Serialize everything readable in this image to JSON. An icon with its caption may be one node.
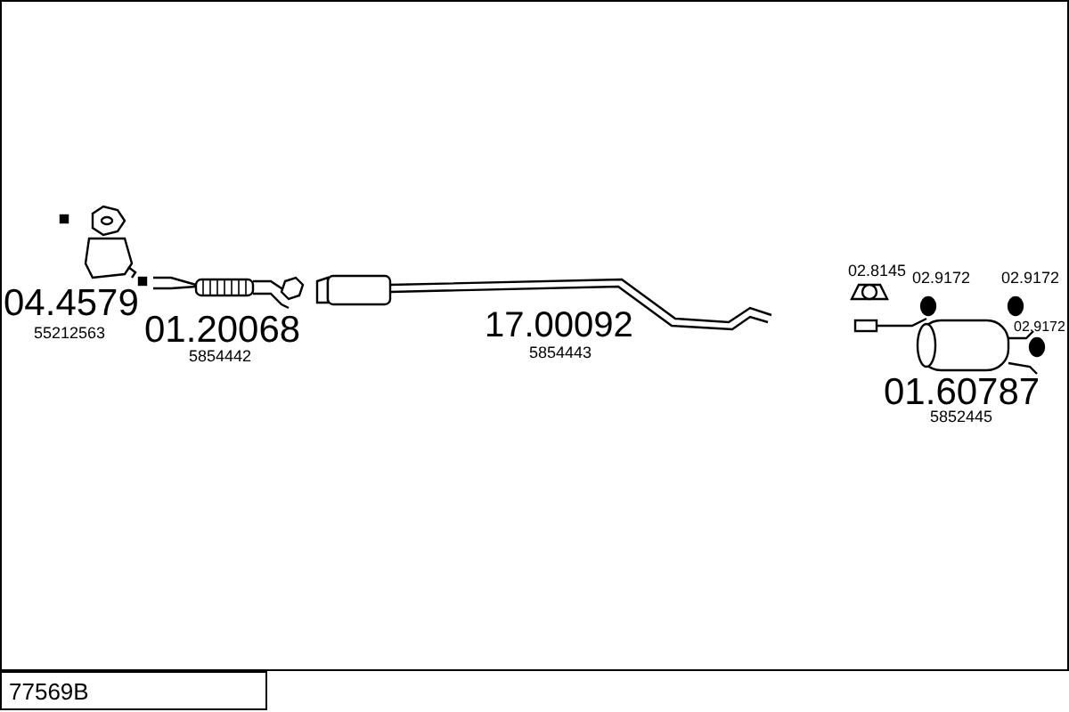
{
  "diagram": {
    "nodes": [
      {
        "text": [
          "77569B"
        ]
      }
    ],
    "labels": [
      "02.8145",
      "02.9172",
      "02.9172",
      "04.4579",
      "17.00092",
      "01.20068",
      "02.9172",
      "55212563",
      "5854443",
      "5854442",
      "01.60787",
      "5852445"
    ]
  }
}
